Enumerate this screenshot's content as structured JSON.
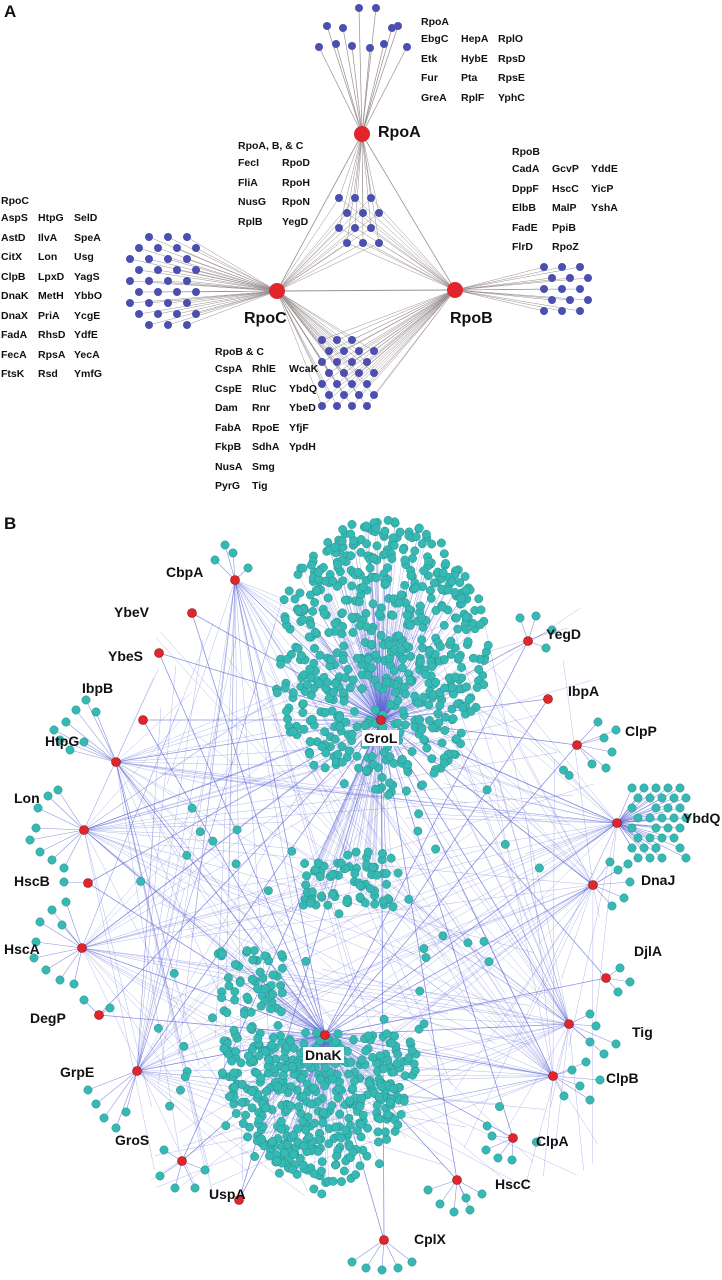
{
  "panels": {
    "a_letter": "A",
    "b_letter": "B"
  },
  "panel_a": {
    "hubs": [
      "RpoA",
      "RpoB",
      "RpoC"
    ],
    "groups": [
      {
        "title": "RpoA",
        "columns": [
          [
            "EbgC",
            "Etk",
            "Fur",
            "GreA"
          ],
          [
            "HepA",
            "HybE",
            "Pta",
            "RplF"
          ],
          [
            "RplO",
            "RpsD",
            "RpsE",
            "YphC"
          ]
        ]
      },
      {
        "title": "RpoA, B, & C",
        "columns": [
          [
            "FecI",
            "FliA",
            "NusG",
            "RplB"
          ],
          [
            "RpoD",
            "RpoH",
            "RpoN",
            "YegD"
          ]
        ]
      },
      {
        "title": "RpoB",
        "columns": [
          [
            "CadA",
            "DppF",
            "ElbB",
            "FadE",
            "FlrD"
          ],
          [
            "GcvP",
            "HscC",
            "MalP",
            "PpiB",
            "RpoZ"
          ],
          [
            "YddE",
            "YicP",
            "YshA"
          ]
        ]
      },
      {
        "title": "RpoC",
        "columns": [
          [
            "AspS",
            "AstD",
            "CitX",
            "ClpB",
            "DnaK",
            "DnaX",
            "FadA",
            "FecA",
            "FtsK"
          ],
          [
            "HtpG",
            "IlvA",
            "Lon",
            "LpxD",
            "MetH",
            "PriA",
            "RhsD",
            "RpsA",
            "Rsd"
          ],
          [
            "SelD",
            "SpeA",
            "Usg",
            "YagS",
            "YbbO",
            "YcgE",
            "YdfE",
            "YecA",
            "YmfG"
          ]
        ]
      },
      {
        "title": "RpoB & C",
        "columns": [
          [
            "CspA",
            "CspE",
            "Dam",
            "FabA",
            "FkpB",
            "NusA",
            "PyrG"
          ],
          [
            "RhlE",
            "RluC",
            "Rnr",
            "RpoE",
            "SdhA",
            "Smg",
            "Tig"
          ],
          [
            "WcaK",
            "YbdQ",
            "YbeD",
            "YfjF",
            "YpdH"
          ]
        ]
      }
    ]
  },
  "panel_b": {
    "nodes": [
      "CbpA",
      "YbeV",
      "YbeS",
      "IbpB",
      "HtpG",
      "Lon",
      "HscB",
      "HscA",
      "DegP",
      "GrpE",
      "GroS",
      "UspA",
      "CplX",
      "HscC",
      "ClpA",
      "ClpB",
      "Tig",
      "DjlA",
      "DnaJ",
      "YbdQ",
      "ClpP",
      "IbpA",
      "YegD",
      "GroL",
      "DnaK"
    ]
  },
  "colors": {
    "hub_red": "#e0262c",
    "leaf_blue": "#4b4fb0",
    "leaf_teal": "#36b9b4",
    "edge_grey": "#9a8f8f",
    "edge_blue": "#5c66d6"
  }
}
